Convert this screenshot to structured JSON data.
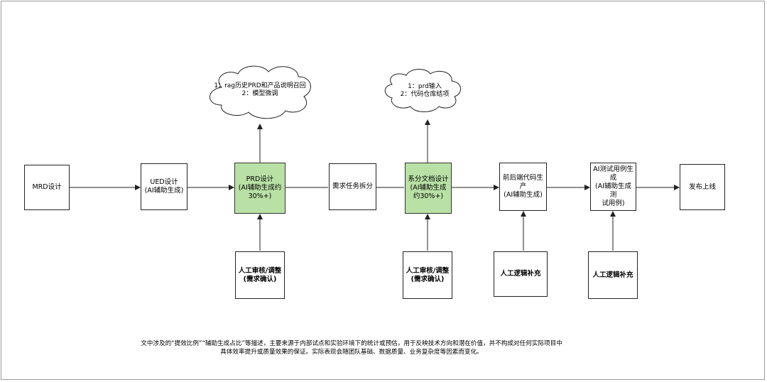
{
  "nodes": {
    "mrd": "MRD设计",
    "ued": "UED设计\n(AI辅助生成)",
    "prd": "PRD设计\n(AI辅助生成约\n30%+)",
    "req_split": "需求任务拆分",
    "sys_doc": "系分文档设计\n(AI辅助生成\n约30%+)",
    "code_gen": "前后端代码生\n产\n(AI辅助生成)",
    "test_gen": "AI测试用例生\n成\n(AI辅助生成测\n试用例)",
    "release": "发布上线",
    "review_1": "人工审核/调整\n(需求确认)",
    "review_2": "人工审核/调整\n(需求确认)",
    "logic_1": "人工逻辑补充",
    "logic_2": "人工逻辑补充"
  },
  "clouds": {
    "cloud_1": "1：rag历史PRD和产品说明召回\n2：模型微调",
    "cloud_2": "1：prd输入\n2：代码仓库结项"
  },
  "footnote": "文中涉及的“提效比例”“辅助生成占比”等描述，主要来源于内部试点和实验环境下的统计或预估，用于反映技术方向和潜在价值，并不构成对任何实际项目中具体效率提升或质量效果的保证。实际表现会随团队基础、数据质量、业务复杂度等因素而变化。",
  "colors": {
    "highlight_fill": "#b9e0a5",
    "stroke": "#222222"
  }
}
